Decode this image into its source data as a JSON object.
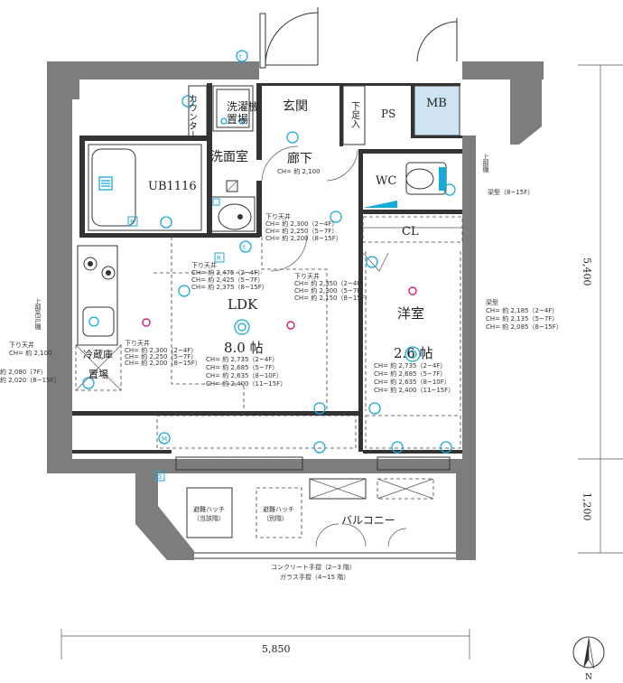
{
  "rooms": {
    "ldk": "LDK",
    "ldk_size": "8.0 帖",
    "yoshitsu": "洋室",
    "yoshitsu_size": "2.6 帖",
    "ub": "UB1116",
    "senmen": "洗面室",
    "wc": "WC",
    "genkan": "玄関",
    "roka": "廊下",
    "cl": "CL",
    "ps": "PS",
    "mb": "MB",
    "balcony": "バルコニー"
  },
  "labels": {
    "sentakuki": "洗濯機",
    "okiba": "置場",
    "counter": "カウンター",
    "shimoashiire": "下足入",
    "jobu_tana": "上部棚",
    "jobu_tsuriko_tana": "上部吊戸棚",
    "reizoko": "冷蔵庫",
    "reizoko_okiba": "置場",
    "hinan_hatch_1": "避難ハッチ",
    "hinan_hatch_1_sub": "（当該階）",
    "hinan_hatch_2": "避難ハッチ",
    "hinan_hatch_2_sub": "（別階）",
    "handrail_1": "コンクリート手摺（2~3 階）",
    "handrail_2": "ガラス手摺（4~15 階）",
    "north": "N"
  },
  "ceiling_heights": {
    "ldk": [
      "CH= 約 2,735（2~4F）",
      "CH= 約 2,685（5~7F）",
      "CH= 約 2,635（8~10F）",
      "CH= 約 2,400（11~15F）"
    ],
    "yoshitsu": [
      "CH= 約 2,735（2~4F）",
      "CH= 約 2,685（5~7F）",
      "CH= 約 2,635（8~10F）",
      "CH= 約 2,400（11~15F）"
    ],
    "roka": "CH= 約 2,100",
    "beam_right": [
      "梁型",
      "CH= 約 2,185（2~4F）",
      "CH= 約 2,135（5~7F）",
      "CH= 約 2,085（8~15F）"
    ],
    "beam_wc": "梁型（8~15F）",
    "soffit_left_title": "下り天井",
    "soffit_left": "CH= 約 2,100",
    "soffit_kitchen": [
      "下り天井",
      "CH= 約 2,300（2~4F）",
      "CH= 約 2,250（5~7F）",
      "CH= 約 2,200（8~15F）"
    ],
    "soffit_fridge": [
      "約 2,080（7F）",
      "約 2,020（8~15F）"
    ],
    "soffit_ub": [
      "下り天井",
      "CH= 約 2,475（2~4F）",
      "CH= 約 2,425（5~7F）",
      "CH= 約 2,375（8~15F）"
    ],
    "soffit_hall": [
      "下り天井",
      "CH= 約 2,300（2~4F）",
      "CH= 約 2,250（5~7F）",
      "CH= 約 2,200（8~15F）"
    ],
    "soffit_center": [
      "下り天井",
      "CH= 約 2,350（2~4F）",
      "CH= 約 2,300（5~7F）",
      "CH= 約 2,150（8~15F）"
    ]
  },
  "dimensions": {
    "width": "5,850",
    "depth": "5,400",
    "balcony_depth": "1,200"
  },
  "symbols": {
    "tel": "t",
    "range_r": "R",
    "gas": "G",
    "meter": "M"
  },
  "colors": {
    "wall": "#7d7d7d",
    "equipment": "#18a9d8",
    "light": "#d21b7f",
    "mb_fill": "#cfe4f2"
  }
}
